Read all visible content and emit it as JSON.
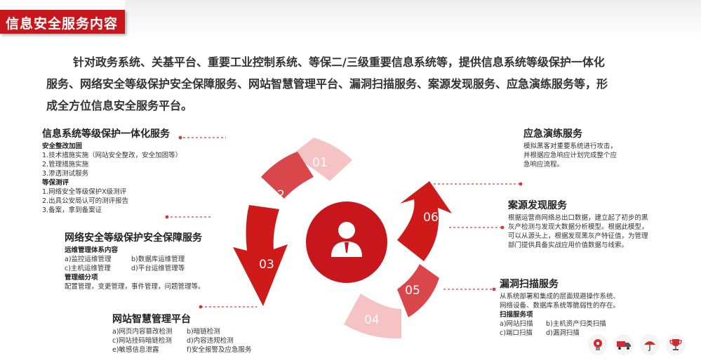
{
  "header": {
    "title": "信息安全服务内容"
  },
  "intro": {
    "line1": "针对政务系统、关基平台、重要工业控制系统、等保二/三级重要信息系统等，提供信息系统等级保护一体化",
    "line2": "服务、网络安全等级保护安全保障服务、网站智慧管理平台、漏洞扫描服务、案源发现服务、应急演练服务等，形",
    "line3": "成全方位信息安全服务平台。"
  },
  "cycle": {
    "steps": [
      "01",
      "02",
      "03",
      "04",
      "05",
      "06"
    ],
    "center_icon": "user-icon"
  },
  "services": {
    "s1": {
      "title": "信息系统等级保护一体化服务",
      "sub1": "安全整改加固",
      "items1": [
        "1.技术措施实施（网站安全整改，安全加固等）",
        "2.管理措施实施",
        "3.渗透测试服务"
      ],
      "sub2": "等保测评",
      "items2": [
        "1.网络安全等级保护X级测评",
        "2.出具公安局认可的测评报告",
        "3.备案，拿到备案证"
      ]
    },
    "s2": {
      "title": "网络安全等级保护安全保障服务",
      "sub1": "运维管理体系内容",
      "grid": [
        [
          "a)监控运维管理",
          "b)数据库运维管理"
        ],
        [
          "c)主机运维管理",
          "d)平台运维管理等"
        ]
      ],
      "sub2": "管理细分项",
      "desc": "配置管理，变更管理，事件管理，问题管理等。"
    },
    "s3": {
      "title": "网站智慧管理平台",
      "grid": [
        [
          "a)网页内容篡改检测",
          "b)暗链检测"
        ],
        [
          "c)网站挂码暗链检测",
          "d)内容违规检测"
        ],
        [
          "e)敏感信息泄露",
          "f)安全报警及应急服务"
        ]
      ]
    },
    "s4": {
      "title": "漏洞扫描服务",
      "desc1": "从系统部署和集成的层面规避操作系统、",
      "desc2": "网络设备、数据库系统等脆弱性的存在。",
      "sub": "扫描服务项",
      "grid": [
        [
          "a)网站扫描",
          "b)主机资产归类扫描"
        ],
        [
          "c)端口扫描",
          "d)漏洞扫描"
        ]
      ]
    },
    "s5": {
      "title": "案源发现服务",
      "lines": [
        "根据运营商网络总出口数据，建立起了初步的黑",
        "灰产检测与发现大数据分析模型。根据此模型，",
        "可以从源头上，根据发现黑灰产特征值，为管理",
        "部门提供具备实战应用价值数据与线索。"
      ]
    },
    "s6": {
      "title": "应急演练服务",
      "lines": [
        "模拟黑客对重要系统进行攻击，",
        "并根据应急响应计划完成整个应",
        "急响应流程。"
      ]
    }
  },
  "footer_icons": [
    "lightbulb-gear-icon",
    "truck-icon",
    "umbrella-icon",
    "trophy-icon"
  ],
  "colors": {
    "brand_red": "#c8161d",
    "deep_red": "#cf1a1a",
    "mid_red": "#d9474b",
    "light_pink": "#f2a6a8",
    "pale_pink": "#f6c3c4"
  }
}
